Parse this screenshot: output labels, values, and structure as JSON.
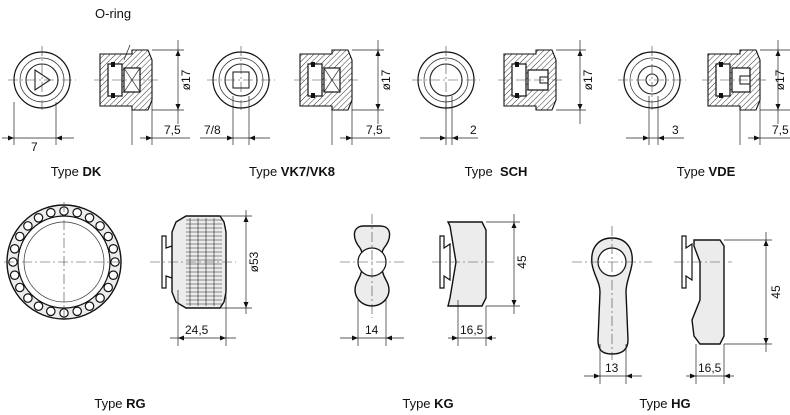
{
  "callout": "O-ring",
  "types": {
    "dk": {
      "prefix": "Type ",
      "name": "DK"
    },
    "vk": {
      "prefix": "Type ",
      "name": "VK7/VK8"
    },
    "sch": {
      "prefix": "Type  ",
      "name": "SCH"
    },
    "vde": {
      "prefix": "Type ",
      "name": "VDE"
    },
    "rg": {
      "prefix": "Type ",
      "name": "RG"
    },
    "kg": {
      "prefix": "Type ",
      "name": "KG"
    },
    "hg": {
      "prefix": "Type ",
      "name": "HG"
    }
  },
  "dims": {
    "dk_width": "7",
    "dk_dia": "ø17",
    "dk_len": "7,5",
    "vk_width": "7/8",
    "vk_dia": "ø17",
    "vk_len": "7,5",
    "sch_width": "2",
    "sch_dia": "ø17",
    "vde_width": "3",
    "vde_dia": "ø17",
    "vde_len": "7,5",
    "rg_dia": "ø53",
    "rg_len": "24,5",
    "kg_height": "45",
    "kg_width": "14",
    "kg_len": "16,5",
    "hg_height": "45",
    "hg_width": "13",
    "hg_len": "16,5"
  }
}
